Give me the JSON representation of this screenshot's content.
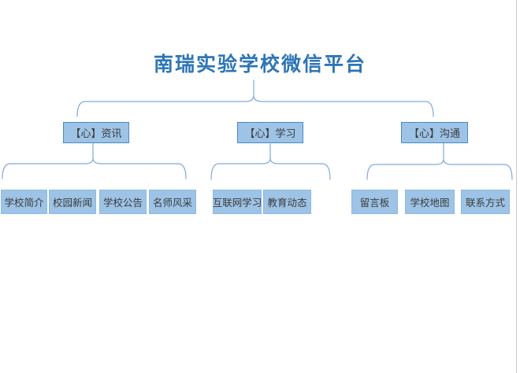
{
  "page": {
    "title": "南瑞实验学校微信平台",
    "colors": {
      "title_text": "#2E75B6",
      "box_fill": "#9DC3E6",
      "box_border": "#4a89c8",
      "connector_line": "#84a9d9",
      "page_edge": "#c9c9c9",
      "node_text": "#3b3b3b"
    }
  },
  "tree": {
    "root": "南瑞实验学校微信平台",
    "branches": [
      {
        "label": "【心】资讯",
        "children": [
          "学校简介",
          "校园新闻",
          "学校公告",
          "名师风采"
        ]
      },
      {
        "label": "【心】学习",
        "children": [
          "互联网学习",
          "教育动态"
        ]
      },
      {
        "label": "【心】沟通",
        "children": [
          "留言板",
          "学校地图",
          "联系方式"
        ]
      }
    ]
  }
}
